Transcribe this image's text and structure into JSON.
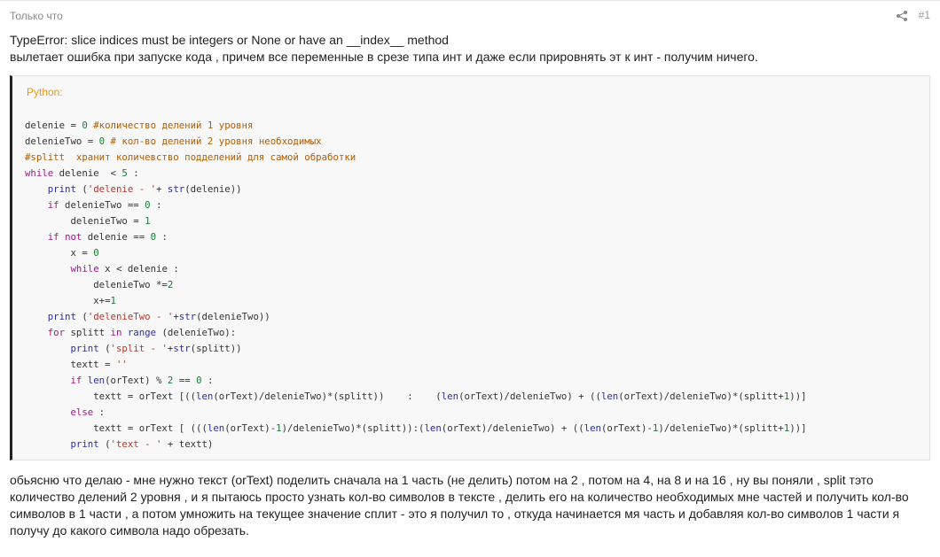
{
  "post": {
    "time": "Только что",
    "number": "#1",
    "share_icon": "share-icon"
  },
  "question": {
    "line1": "TypeError: slice indices must be integers or None or have an __index__ method",
    "line2": "вылетает ошибка при запуске кода , причем все переменные в срезе типа инт и даже если прировнять эт к инт - получим ничего."
  },
  "code": {
    "language": "Python:",
    "lines": [
      [
        [
          "t",
          "delenie = "
        ],
        [
          "n",
          "0"
        ],
        [
          "t",
          " "
        ],
        [
          "c",
          "#количество делений 1 уровня"
        ]
      ],
      [
        [
          "t",
          "delenieTwo = "
        ],
        [
          "n",
          "0"
        ],
        [
          "t",
          " "
        ],
        [
          "c",
          "# кол-во делений 2 уровня необходимых"
        ]
      ],
      [
        [
          "c",
          "#splitt  хранит количевство подделений для самой обработки"
        ]
      ],
      [
        [
          "k",
          "while"
        ],
        [
          "t",
          " delenie  < "
        ],
        [
          "n",
          "5"
        ],
        [
          "t",
          " :"
        ]
      ],
      [
        [
          "t",
          "    "
        ],
        [
          "b",
          "print"
        ],
        [
          "t",
          " ("
        ],
        [
          "s",
          "'delenie - '"
        ],
        [
          "t",
          "+ "
        ],
        [
          "b",
          "str"
        ],
        [
          "t",
          "(delenie))"
        ]
      ],
      [
        [
          "t",
          "    "
        ],
        [
          "k",
          "if"
        ],
        [
          "t",
          " delenieTwo == "
        ],
        [
          "n",
          "0"
        ],
        [
          "t",
          " :"
        ]
      ],
      [
        [
          "t",
          "        delenieTwo = "
        ],
        [
          "n",
          "1"
        ]
      ],
      [
        [
          "t",
          "    "
        ],
        [
          "k",
          "if"
        ],
        [
          "t",
          " "
        ],
        [
          "k",
          "not"
        ],
        [
          "t",
          " delenie == "
        ],
        [
          "n",
          "0"
        ],
        [
          "t",
          " :"
        ]
      ],
      [
        [
          "t",
          "        x = "
        ],
        [
          "n",
          "0"
        ]
      ],
      [
        [
          "t",
          "        "
        ],
        [
          "k",
          "while"
        ],
        [
          "t",
          " x < delenie :"
        ]
      ],
      [
        [
          "t",
          "            delenieTwo *="
        ],
        [
          "n",
          "2"
        ]
      ],
      [
        [
          "t",
          "            x+="
        ],
        [
          "n",
          "1"
        ]
      ],
      [
        [
          "t",
          "    "
        ],
        [
          "b",
          "print"
        ],
        [
          "t",
          " ("
        ],
        [
          "s",
          "'delenieTwo - '"
        ],
        [
          "t",
          "+"
        ],
        [
          "b",
          "str"
        ],
        [
          "t",
          "(delenieTwo))"
        ]
      ],
      [
        [
          "t",
          "    "
        ],
        [
          "k",
          "for"
        ],
        [
          "t",
          " splitt "
        ],
        [
          "k",
          "in"
        ],
        [
          "t",
          " "
        ],
        [
          "b",
          "range"
        ],
        [
          "t",
          " (delenieTwo):"
        ]
      ],
      [
        [
          "t",
          "        "
        ],
        [
          "b",
          "print"
        ],
        [
          "t",
          " ("
        ],
        [
          "s",
          "'split - '"
        ],
        [
          "t",
          "+"
        ],
        [
          "b",
          "str"
        ],
        [
          "t",
          "(splitt))"
        ]
      ],
      [
        [
          "t",
          "        textt = "
        ],
        [
          "s",
          "''"
        ]
      ],
      [
        [
          "t",
          "        "
        ],
        [
          "k",
          "if"
        ],
        [
          "t",
          " "
        ],
        [
          "b",
          "len"
        ],
        [
          "t",
          "(orText) % "
        ],
        [
          "n",
          "2"
        ],
        [
          "t",
          " == "
        ],
        [
          "n",
          "0"
        ],
        [
          "t",
          " :"
        ]
      ],
      [
        [
          "t",
          "            textt = orText [(("
        ],
        [
          "b",
          "len"
        ],
        [
          "t",
          "(orText)/delenieTwo)*(splitt))    :    ("
        ],
        [
          "b",
          "len"
        ],
        [
          "t",
          "(orText)/delenieTwo) + (("
        ],
        [
          "b",
          "len"
        ],
        [
          "t",
          "(orText)/delenieTwo)*(splitt+"
        ],
        [
          "n",
          "1"
        ],
        [
          "t",
          "))]"
        ]
      ],
      [
        [
          "t",
          "        "
        ],
        [
          "k",
          "else"
        ],
        [
          "t",
          " :"
        ]
      ],
      [
        [
          "t",
          "            textt = orText [ ((("
        ],
        [
          "b",
          "len"
        ],
        [
          "t",
          "(orText)-"
        ],
        [
          "n",
          "1"
        ],
        [
          "t",
          ")/delenieTwo)*(splitt)):("
        ],
        [
          "b",
          "len"
        ],
        [
          "t",
          "(orText)/delenieTwo) + (("
        ],
        [
          "b",
          "len"
        ],
        [
          "t",
          "(orText)-"
        ],
        [
          "n",
          "1"
        ],
        [
          "t",
          ")/delenieTwo)*(splitt+"
        ],
        [
          "n",
          "1"
        ],
        [
          "t",
          "))]"
        ]
      ],
      [
        [
          "t",
          "        "
        ],
        [
          "b",
          "print"
        ],
        [
          "t",
          " ("
        ],
        [
          "s",
          "'text - '"
        ],
        [
          "t",
          " + textt)"
        ]
      ]
    ]
  },
  "explanation": {
    "line1": "обьясню что делаю - мне нужно текст (orText) поделить сначала на 1 часть (не делить) потом на 2 , потом на 4, на 8 и на 16 , ну вы поняли , split тэто",
    "line2": "количество делений 2 уровня , и я пытаюсь просто узнать кол-во символов в тексте , делить его на количество необходимых мне частей и получить кол-во",
    "line3": "символов в 1 части , а потом умножить на текущее значение сплит - это я получил то , откуда начинается мя часть и добавляя кол-во символов 1 части я",
    "line4": "получу до какого символа надо обрезать."
  }
}
